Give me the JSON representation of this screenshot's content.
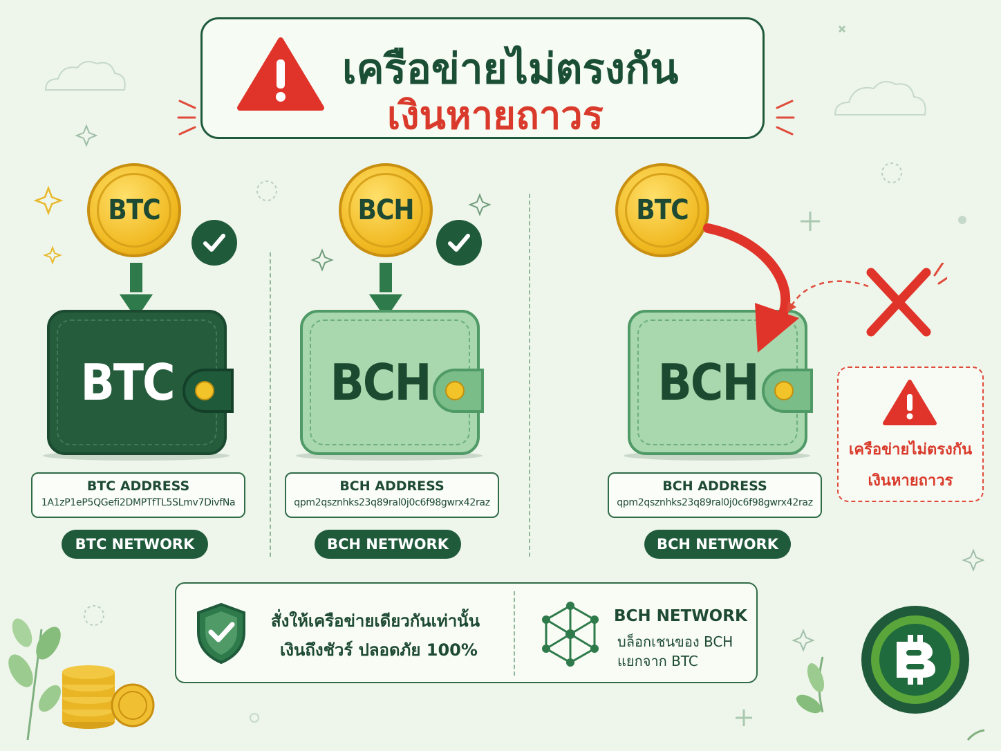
{
  "title": {
    "line1": "เครือข่ายไม่ตรงกัน",
    "line2": "เงินหายถาวร"
  },
  "columns": [
    {
      "coin": "BTC",
      "wallet": "BTC",
      "address_label": "BTC ADDRESS",
      "address": "1A1zP1eP5QGefi2DMPTfTL5SLmv7DivfNa",
      "network": "BTC NETWORK",
      "status": "match"
    },
    {
      "coin": "BCH",
      "wallet": "BCH",
      "address_label": "BCH ADDRESS",
      "address": "qpm2qsznhks23q89ral0j0c6f98gwrx42raz",
      "network": "BCH NETWORK",
      "status": "match"
    },
    {
      "coin": "BTC",
      "wallet": "BCH",
      "address_label": "BCH ADDRESS",
      "address": "qpm2qsznhks23q89ral0j0c6f98gwrx42raz",
      "network": "BCH NETWORK",
      "status": "mismatch"
    }
  ],
  "warning": {
    "line1": "เครือข่ายไม่ตรงกัน",
    "line2": "เงินหายถาวร"
  },
  "info": {
    "safe_line1": "สั่งให้เครือข่ายเดียวกันเท่านั้น",
    "safe_line2": "เงินถึงชัวร์ ปลอดภัย 100%",
    "network_title": "BCH NETWORK",
    "network_line1": "บล็อกเชนของ BCH",
    "network_line2": "แยกจาก BTC"
  },
  "colors": {
    "dark_green": "#1f5a3b",
    "light_green": "#a9d8ae",
    "alert_red": "#d93a2b",
    "coin_gold": "#f0b820"
  },
  "icons": [
    "warning-icon",
    "check-icon",
    "arrow-down-icon",
    "curved-arrow-icon",
    "x-icon",
    "shield-check-icon",
    "network-nodes-icon",
    "bitcoin-cash-logo"
  ]
}
